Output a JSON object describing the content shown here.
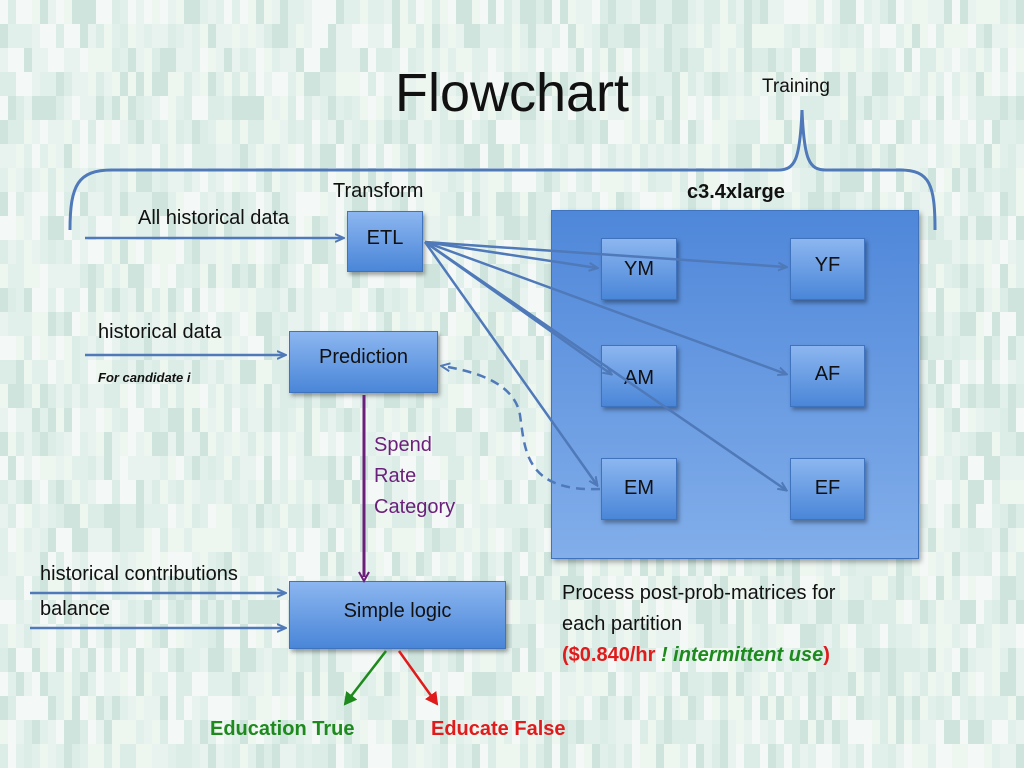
{
  "title": "Flowchart",
  "training_label": "Training",
  "transform_label": "Transform",
  "instance_label": "c3.4xlarge",
  "inputs": {
    "all_historical_data": "All historical data",
    "historical_data": "historical data",
    "for_candidate": "For candidate i",
    "historical_contributions": "historical contributions",
    "balance": "balance"
  },
  "boxes": {
    "etl": "ETL",
    "prediction": "Prediction",
    "simple_logic": "Simple logic",
    "ym": "YM",
    "yf": "YF",
    "am": "AM",
    "af": "AF",
    "em": "EM",
    "ef": "EF"
  },
  "spend_lines": [
    "Spend",
    "Rate",
    "Category"
  ],
  "process_note": {
    "line1": "Process post-prob-matrices for",
    "line2": "each partition",
    "price": "($0.840/hr",
    "warning": "! intermittent use",
    "close": ")"
  },
  "outputs": {
    "true_label": "Education True",
    "false_label": "Educate False"
  },
  "colors": {
    "box_blue": "#4a86d8",
    "arrow_blue": "#4f79b8",
    "purple": "#6b1f7a",
    "green": "#1e8a1e",
    "red": "#e01b1b",
    "background": "#e6f1ee"
  }
}
